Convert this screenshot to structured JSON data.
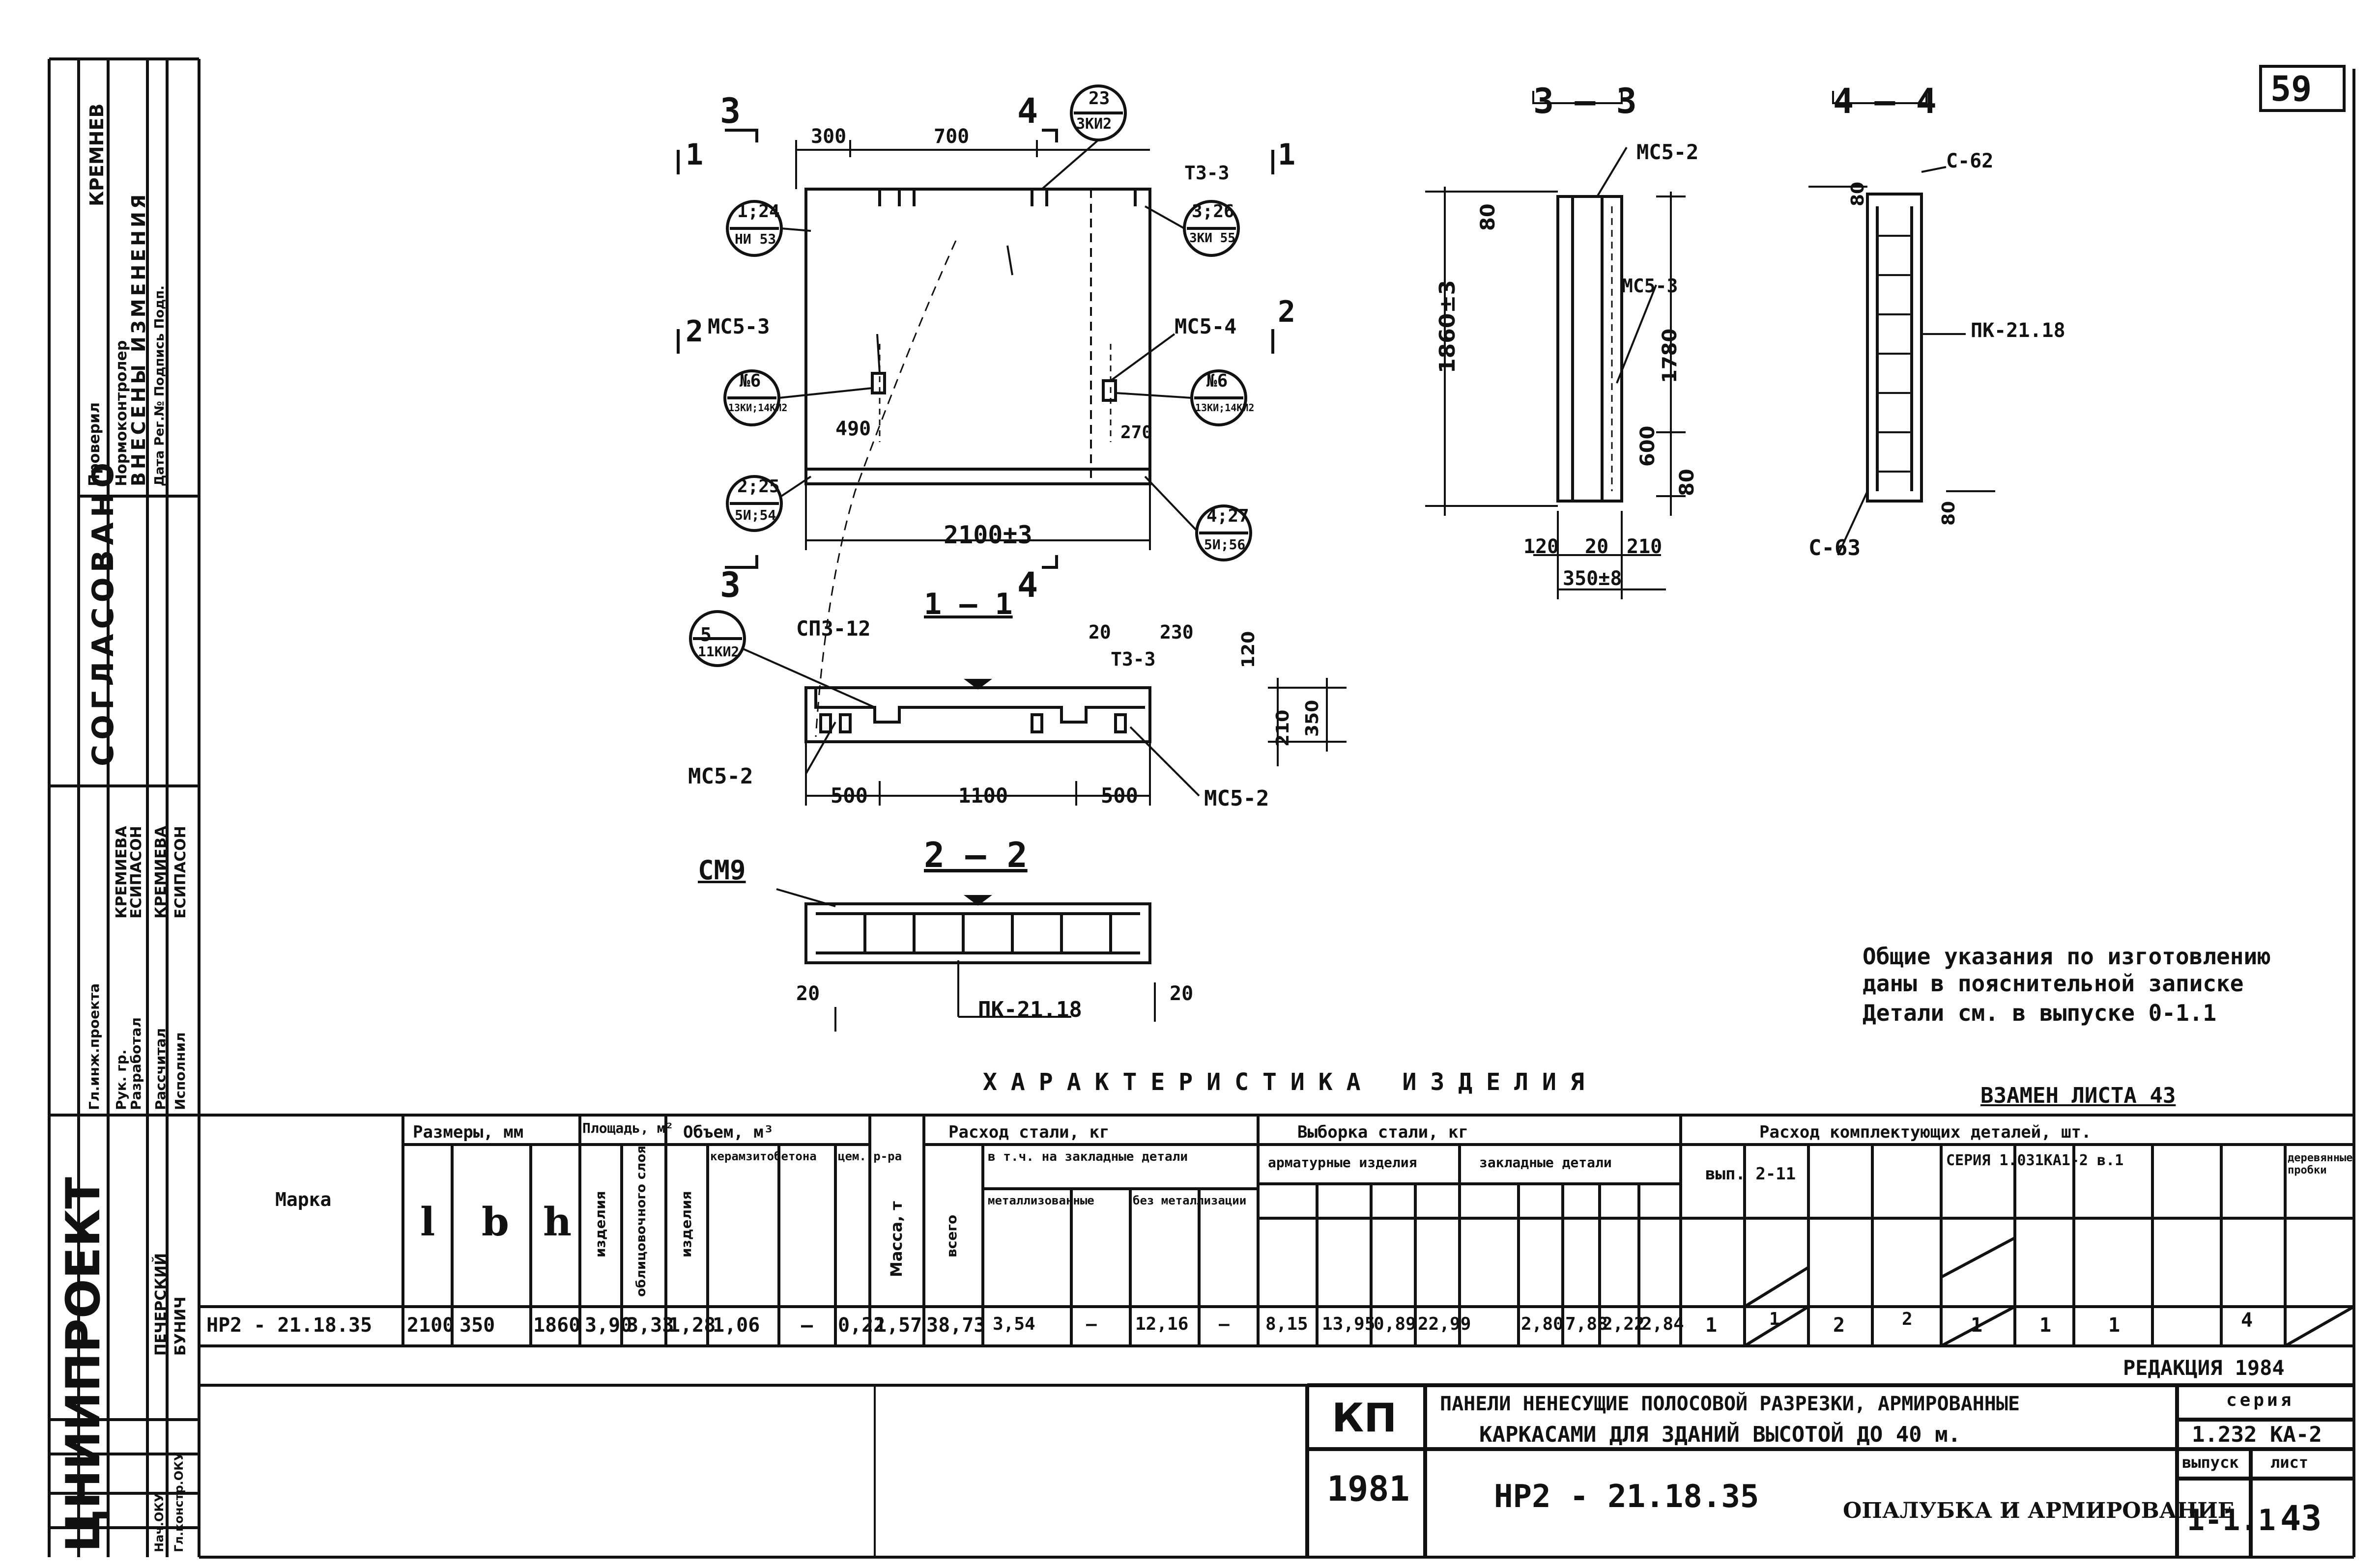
{
  "page_number": "59",
  "left_stamp": {
    "org": "ЦНИИПРОЕКТ",
    "roles": [
      "Гл.инж.проекта",
      "Рук. гр.",
      "Разработал",
      "Рассчитал",
      "Исполнил"
    ],
    "names": [
      "КРЕМИЕВА",
      "ЕСИПАСОН",
      "КРЕМИЕВА",
      "ЕСИПАСОН"
    ],
    "approve": "СОГЛАСОВАНО",
    "checked": "Проверил",
    "normcontrol": "Нормоконтролер",
    "changes": "ВНЕСЕНЫ ИЗМЕНЕНИЯ",
    "changes_cols": "Дата Рег.№ Подпись Подп.",
    "kremneva": "КРЕМНЕВ",
    "okv": "Нач.ОКУ",
    "gl_spec": "Гл.констр.ОКУ",
    "pecherskiy": "ПЕЧЕРСКИЙ",
    "bunich": "БУНИЧ"
  },
  "drawing": {
    "sec3": "3",
    "sec4": "4",
    "sec1": "1",
    "sec2": "2",
    "dim_300": "300",
    "dim_700": "700",
    "dim_490": "490",
    "dim_270": "270",
    "dim_2100": "2100±3",
    "callout_23": "23",
    "callout_23b": "3КИ2",
    "callout_124": "1;24",
    "callout_124b": "НИ 53",
    "callout_326": "3;26",
    "callout_326b": "3КИ 55",
    "callout_6a": "№6",
    "callout_6ab": "13КИ;14КИ2",
    "callout_6b": "№6",
    "callout_6bb": "13КИ;14КИ2",
    "callout_225": "2;25",
    "callout_225b": "5И;54",
    "callout_427": "4;27",
    "callout_427b": "5И;56",
    "callout_5": "5",
    "callout_5b": "11КИ2",
    "mc53": "МС5-3",
    "mc54": "МС5-4",
    "t33": "Т3-3",
    "sec11": "1 — 1",
    "sp312": "СП3-12",
    "t33b": "Т3-3",
    "mc52a": "МС5-2",
    "mc52b": "МС5-2",
    "d500a": "500",
    "d1100": "1100",
    "d500b": "500",
    "d20": "20",
    "d230": "230",
    "d120": "120",
    "d210": "210",
    "d350": "350",
    "sec22": "2 — 2",
    "cm9": "СМ9",
    "pk2118": "ПК-21.18",
    "d20b": "20",
    "d20c": "20",
    "sec33": "3 — 3",
    "mc52c": "МС5-2",
    "mc53b": "МС5-3",
    "d1860": "1860±3",
    "d80": "80",
    "d1780": "1780",
    "d600": "600",
    "d80b": "80",
    "d120b": "120",
    "d20d": "20",
    "d210b": "210",
    "d350b": "350±8",
    "sec44": "4 — 4",
    "c62": "С-62",
    "c63": "С-63",
    "pk2118b": "ПК-21.18",
    "d80c": "80",
    "d80d": "80"
  },
  "notes": {
    "line1": "Общие указания по изготовлению",
    "line2": "даны в пояснительной записке",
    "line3": "Детали см. в выпуске 0-1.1",
    "replace": "ВЗАМЕН ЛИСТА 43"
  },
  "table": {
    "title": "ХАРАКТЕРИСТИКА ИЗДЕЛИЯ",
    "h_marka": "Марка",
    "h_sizes": "Размеры, мм",
    "h_l": "l",
    "h_b": "b",
    "h_h": "h",
    "h_area": "Площадь, м²",
    "h_area_a": "изделия",
    "h_area_b": "облицовочного слоя",
    "h_volume": "Объем, м³",
    "h_vol_a": "изделия",
    "h_vol_b": "керамзитобетона",
    "h_vol_c": "цем. р-ра",
    "h_mass": "Масса, т",
    "h_steel": "Расход стали, кг",
    "h_steel_all": "всего",
    "h_steel_emb": "в т.ч. на закладные детали",
    "h_steel_met": "металлизованные",
    "h_steel_nomet": "без металлизации",
    "h_sel": "Выборка стали, кг",
    "h_sel_arm": "арматурные изделия",
    "h_sel_emb": "закладные детали",
    "h_comp": "Расход комплектующих деталей, шт.",
    "h_vyp": "вып. 2-11",
    "h_series": "СЕРИЯ 1.031КА1-2 в.1",
    "h_wood": "деревянные пробки",
    "row_marka": "НР2 - 21.18.35",
    "row": [
      "2100",
      "350",
      "1860",
      "3,90",
      "3,33",
      "1,28",
      "1,06",
      "—",
      "0,22",
      "1,57",
      "38,73",
      "3,54",
      "—",
      "12,16",
      "—",
      "8,15",
      "13,95",
      "0,89",
      "22,99",
      "",
      "2,80",
      "7,88",
      "2,22",
      "2,84",
      "1",
      "1",
      "2",
      "2",
      "1",
      "1",
      "1",
      "4"
    ],
    "edition": "РЕДАКЦИЯ 1984"
  },
  "titleblock": {
    "kp": "КП",
    "year": "1981",
    "desc1": "ПАНЕЛИ НЕНЕСУЩИЕ ПОЛОСОВОЙ РАЗРЕЗКИ, АРМИРОВАННЫЕ",
    "desc2": "КАРКАСАМИ ДЛЯ ЗДАНИЙ ВЫСОТОЙ ДО 40 м.",
    "series_label": "серия",
    "series": "1.232 КА-2",
    "mark": "НР2 - 21.18.35",
    "type": "ОПАЛУБКА И АРМИРОВАНИЕ",
    "issue_label": "выпуск",
    "issue": "1-1.1",
    "sheet_label": "лист",
    "sheet": "43"
  }
}
